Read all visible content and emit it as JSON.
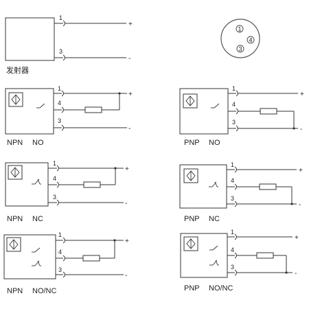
{
  "emitter": {
    "label": "发射器",
    "pins": [
      {
        "num": "1",
        "sign": "+"
      },
      {
        "num": "3",
        "sign": "-"
      }
    ]
  },
  "connector": {
    "pins": [
      "1",
      "4",
      "3"
    ]
  },
  "sensors": [
    {
      "id": "npn-no",
      "type": "NPN",
      "mode": "NO",
      "pins": [
        "1",
        "4",
        "3"
      ],
      "signs": [
        "+",
        "-"
      ]
    },
    {
      "id": "pnp-no",
      "type": "PNP",
      "mode": "NO",
      "pins": [
        "1",
        "4",
        "3"
      ],
      "signs": [
        "+",
        "-"
      ]
    },
    {
      "id": "npn-nc",
      "type": "NPN",
      "mode": "NC",
      "pins": [
        "1",
        "4",
        "3"
      ],
      "signs": [
        "+",
        "-"
      ]
    },
    {
      "id": "pnp-nc",
      "type": "PNP",
      "mode": "NC",
      "pins": [
        "1",
        "4",
        "3"
      ],
      "signs": [
        "+",
        "-"
      ]
    },
    {
      "id": "npn-nonc",
      "type": "NPN",
      "mode": "NO/NC",
      "pins": [
        "1",
        "4",
        "3"
      ],
      "signs": [
        "+",
        "-"
      ]
    },
    {
      "id": "pnp-nonc",
      "type": "PNP",
      "mode": "NO/NC",
      "pins": [
        "1",
        "4",
        "3"
      ],
      "signs": [
        "+",
        "-"
      ]
    }
  ],
  "icons": {
    "sensor": "photoelectric-sensor-icon",
    "switch_no": "normally-open-switch-icon",
    "switch_nc": "normally-closed-switch-icon",
    "resistor": "load-resistor-icon",
    "connector": "m8-connector-icon"
  },
  "colors": {
    "line": "#333333",
    "text": "#222222",
    "background": "#ffffff"
  }
}
